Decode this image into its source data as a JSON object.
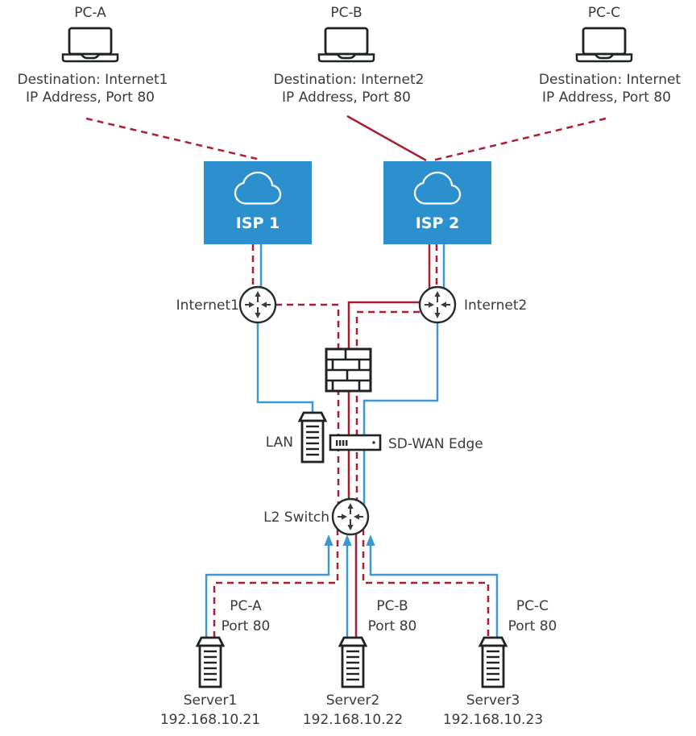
{
  "pcs": [
    {
      "name": "PC-A",
      "destination_line1": "Destination: Internet1",
      "destination_line2": "IP Address, Port 80"
    },
    {
      "name": "PC-B",
      "destination_line1": "Destination: Internet2",
      "destination_line2": "IP Address, Port 80"
    },
    {
      "name": "PC-C",
      "destination_line1": "Destination: Internet",
      "destination_line2": "IP Address, Port 80"
    }
  ],
  "isps": [
    {
      "label": "ISP 1"
    },
    {
      "label": "ISP 2"
    }
  ],
  "routers": [
    {
      "label": "Internet1"
    },
    {
      "label": "Internet2"
    }
  ],
  "devices": {
    "lan": "LAN",
    "sdwan_edge": "SD-WAN Edge",
    "l2_switch": "L2 Switch"
  },
  "server_flows": [
    {
      "pc": "PC-A",
      "port": "Port 80"
    },
    {
      "pc": "PC-B",
      "port": "Port 80"
    },
    {
      "pc": "PC-C",
      "port": "Port 80"
    }
  ],
  "servers": [
    {
      "name": "Server1",
      "ip": "192.168.10.21"
    },
    {
      "name": "Server2",
      "ip": "192.168.10.22"
    },
    {
      "name": "Server3",
      "ip": "192.168.10.23"
    }
  ],
  "icons": {
    "pc": "laptop-icon",
    "isp": "cloud-icon",
    "internet_router": "router-arrows-icon",
    "firewall": "firewall-brick-icon",
    "lan": "server-tower-icon",
    "sdwan_edge": "rack-appliance-icon",
    "l2_switch": "switch-arrows-icon",
    "server": "server-tower-icon"
  },
  "colors": {
    "isp_box_blue": "#2B90CD",
    "link_blue": "#3D97D2",
    "route_red": "#A81E35",
    "icon_stroke": "#1F2223",
    "text": "#3A3A3A"
  }
}
